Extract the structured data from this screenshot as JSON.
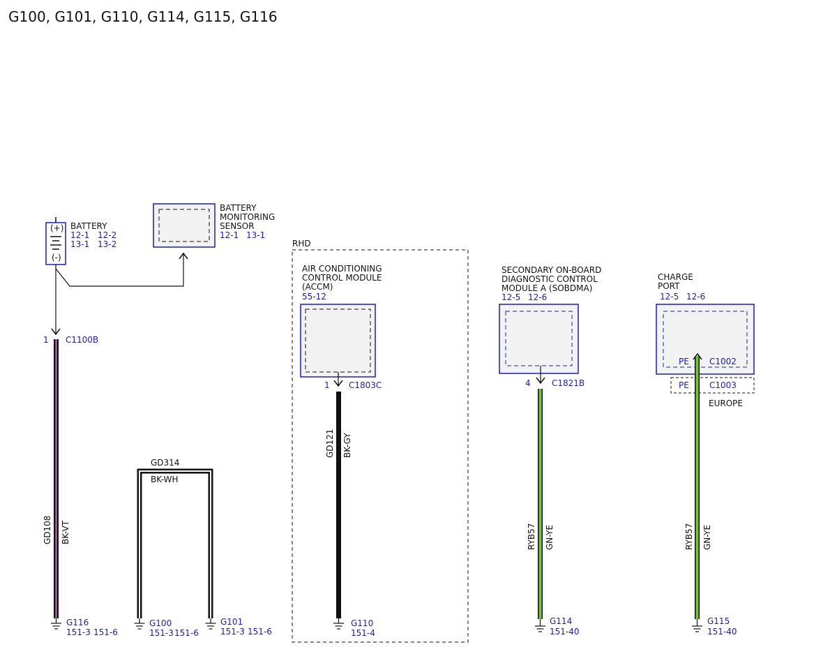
{
  "title": "G100, G101, G110, G114, G115, G116",
  "colors": {
    "module_border": "#1a1acc",
    "module_fill": "#f2f2f2",
    "ref_text": "#1a1acc",
    "wire_black": "#111111",
    "wire_violet": "#d070c8",
    "wire_green_yellow": "#7ac143"
  },
  "battery": {
    "label": "BATTERY",
    "plus_terminal": "(+)",
    "minus_terminal": "(-)",
    "refs": [
      "12-1",
      "12-2",
      "13-1",
      "13-2"
    ]
  },
  "battery_monitoring_sensor": {
    "label_lines": [
      "BATTERY",
      "MONITORING",
      "SENSOR"
    ],
    "refs": [
      "12-1",
      "13-1"
    ]
  },
  "c1100b": {
    "pin": "1",
    "connector": "C1100B"
  },
  "gd108": {
    "circuit": "GD108",
    "color": "BK-VT",
    "ground": "G116",
    "refs": [
      "151-3",
      "151-6"
    ]
  },
  "gd314": {
    "circuit": "GD314",
    "color": "BK-WH",
    "left_ground": "G100",
    "left_refs": [
      "151-3",
      "151-6"
    ],
    "right_ground": "G101",
    "right_refs": [
      "151-3",
      "151-6"
    ]
  },
  "rhd": {
    "label": "RHD",
    "module_label_lines": [
      "AIR CONDITIONING",
      "CONTROL MODULE",
      "(ACCM)"
    ],
    "module_ref": "55-12",
    "pin": "1",
    "connector": "C1803C",
    "circuit": "GD121",
    "color": "BK-GY",
    "ground": "G110",
    "ground_ref": "151-4"
  },
  "sobdma": {
    "label_lines": [
      "SECONDARY ON-BOARD",
      "DIAGNOSTIC CONTROL",
      "MODULE A (SOBDMA)"
    ],
    "refs": [
      "12-5",
      "12-6"
    ],
    "pin": "4",
    "connector": "C1821B",
    "circuit": "RYB57",
    "color": "GN-YE",
    "ground": "G114",
    "ground_ref": "151-40"
  },
  "charge_port": {
    "label_lines": [
      "CHARGE",
      "PORT"
    ],
    "refs": [
      "12-5",
      "12-6"
    ],
    "pin_inner": "PE",
    "connector_inner": "C1002",
    "pin_outer": "PE",
    "connector_outer": "C1003",
    "region": "EUROPE",
    "circuit": "RYB57",
    "color": "GN-YE",
    "ground": "G115",
    "ground_ref": "151-40"
  }
}
